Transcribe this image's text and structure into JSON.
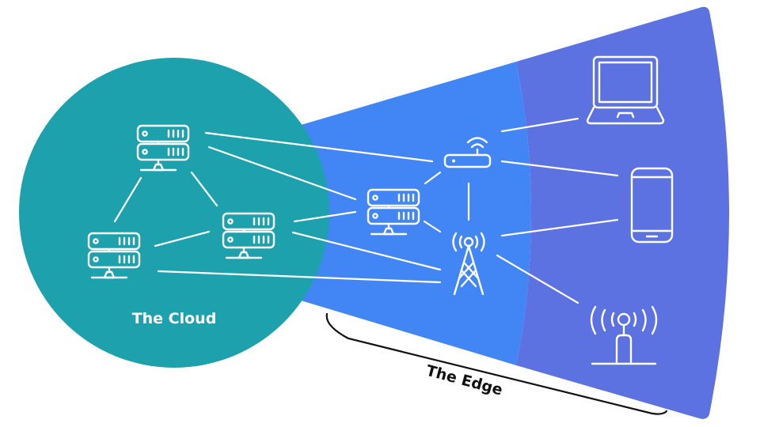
{
  "diagram": {
    "title": "Cloud vs Edge computing",
    "colors": {
      "cloud": "#1ca1ad",
      "edge_inner": "#4285f4",
      "edge_outer": "#5c72e0",
      "lines": "#ffffff",
      "brace": "#111111"
    },
    "labels": {
      "cloud": "The Cloud",
      "edge": "The Edge"
    },
    "nodes": [
      {
        "id": "cloud-server-top",
        "icon": "server-icon",
        "zone": "cloud"
      },
      {
        "id": "cloud-server-left",
        "icon": "server-icon",
        "zone": "cloud"
      },
      {
        "id": "cloud-server-mid",
        "icon": "server-icon",
        "zone": "cloud"
      },
      {
        "id": "edge-server",
        "icon": "server-icon",
        "zone": "edge"
      },
      {
        "id": "router",
        "icon": "wifi-router-icon",
        "zone": "edge"
      },
      {
        "id": "cell-tower",
        "icon": "cell-tower-icon",
        "zone": "edge"
      },
      {
        "id": "laptop",
        "icon": "laptop-icon",
        "zone": "device"
      },
      {
        "id": "phone",
        "icon": "smartphone-icon",
        "zone": "device"
      },
      {
        "id": "antenna",
        "icon": "radio-antenna-icon",
        "zone": "device"
      }
    ],
    "edges": [
      [
        "cloud-server-top",
        "cloud-server-left"
      ],
      [
        "cloud-server-top",
        "cloud-server-mid"
      ],
      [
        "cloud-server-left",
        "cloud-server-mid"
      ],
      [
        "cloud-server-top",
        "router"
      ],
      [
        "cloud-server-top",
        "edge-server"
      ],
      [
        "cloud-server-mid",
        "edge-server"
      ],
      [
        "cloud-server-mid",
        "cell-tower"
      ],
      [
        "cloud-server-left",
        "cell-tower"
      ],
      [
        "edge-server",
        "router"
      ],
      [
        "edge-server",
        "cell-tower"
      ],
      [
        "router",
        "cell-tower"
      ],
      [
        "router",
        "laptop"
      ],
      [
        "router",
        "phone"
      ],
      [
        "cell-tower",
        "phone"
      ],
      [
        "cell-tower",
        "antenna"
      ]
    ]
  }
}
